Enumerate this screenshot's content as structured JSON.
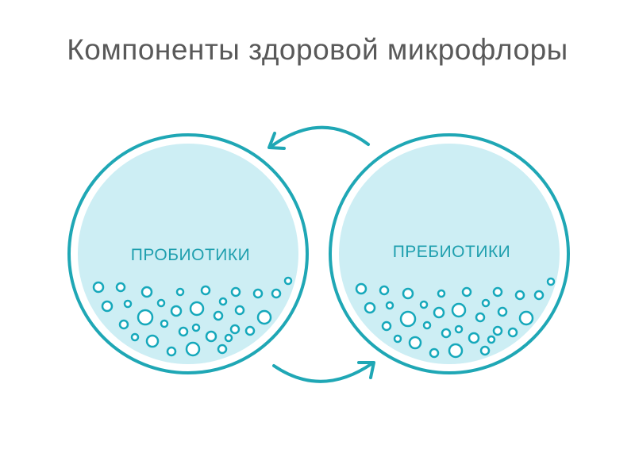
{
  "slide": {
    "title": "Компоненты здоровой микрофлоры"
  },
  "circles": [
    {
      "label": "ПРОБИОТИКИ"
    },
    {
      "label": "ПРЕБИОТИКИ"
    }
  ],
  "colors": {
    "title_text": "#595959",
    "ring": "#1fa7b5",
    "fill": "#cdeef4",
    "label_text": "#1f9fae",
    "bubble": "#16a8bb",
    "arrow": "#1fa7b5"
  },
  "icons": {
    "top_arrow": "curved-arrow-left-icon",
    "bottom_arrow": "curved-arrow-right-icon",
    "bubble": "bubble-icon"
  }
}
